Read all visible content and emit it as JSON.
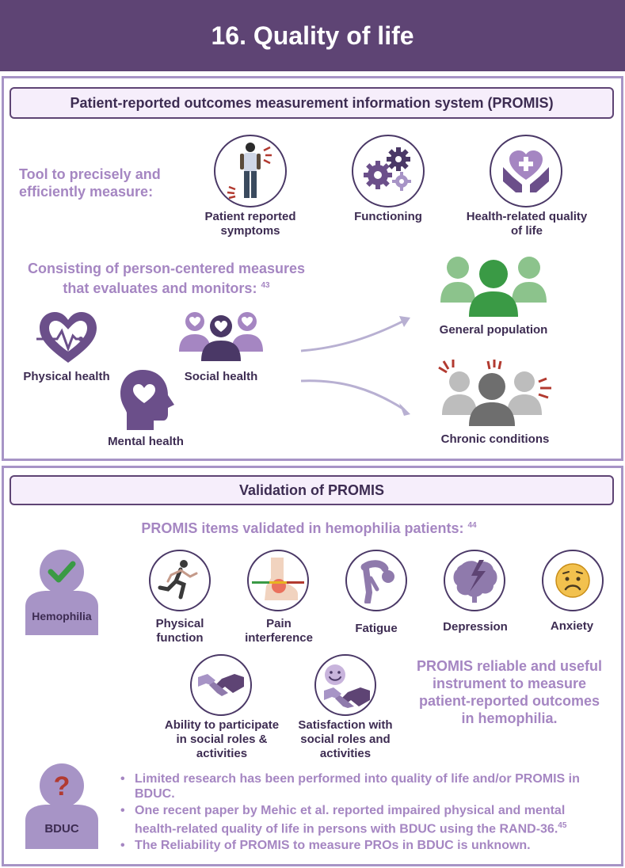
{
  "header": {
    "title": "16. Quality of life"
  },
  "section1": {
    "title": "Patient-reported outcomes measurement information system (PROMIS)",
    "tool_text_line1": "Tool to precisely and",
    "tool_text_line2": "efficiently measure:",
    "measures": [
      {
        "line1": "Patient reported",
        "line2": "symptoms",
        "icon": "person-icon"
      },
      {
        "line1": "Functioning",
        "line2": "",
        "icon": "gears-icon"
      },
      {
        "line1": "Health-related quality",
        "line2": "of life",
        "icon": "hands-heart-icon"
      }
    ],
    "consisting_line1": "Consisting of person-centered measures",
    "consisting_line2": "that evaluates and monitors:",
    "consisting_ref": "43",
    "domains": {
      "physical": "Physical health",
      "social": "Social health",
      "mental": "Mental health"
    },
    "populations": {
      "general": "General population",
      "chronic": "Chronic conditions"
    }
  },
  "section2": {
    "title": "Validation of PROMIS",
    "validated_text": "PROMIS items validated in hemophilia patients:",
    "validated_ref": "44",
    "hemophilia_label": "Hemophilia",
    "items": [
      {
        "line1": "Physical",
        "line2": "function",
        "icon": "runner-icon"
      },
      {
        "line1": "Pain",
        "line2": "interference",
        "icon": "ankle-pain-icon"
      },
      {
        "line1": "Fatigue",
        "line2": "",
        "icon": "fatigue-icon"
      },
      {
        "line1": "Depression",
        "line2": "",
        "icon": "brain-icon"
      },
      {
        "line1": "Anxiety",
        "line2": "",
        "icon": "worried-face-icon"
      }
    ],
    "social_items": [
      {
        "line1": "Ability to participate",
        "line2": "in social roles &",
        "line3": "activities",
        "icon": "handshake-icon"
      },
      {
        "line1": "Satisfaction with",
        "line2": "social roles and",
        "line3": "activities",
        "icon": "happy-handshake-icon"
      }
    ],
    "reliable_lines": [
      "PROMIS reliable and useful",
      "instrument to measure",
      "patient-reported outcomes",
      "in hemophilia."
    ],
    "bduc_label": "BDUC",
    "bullets": [
      {
        "text": "Limited research has been performed into quality of life and/or PROMIS in BDUC.",
        "ref": ""
      },
      {
        "text": "One recent paper by Mehic et al. reported impaired physical and mental health-related quality of life in persons with BDUC using the RAND-36.",
        "ref": "45"
      },
      {
        "text": "The Reliability of PROMIS to measure PROs in BDUC is unknown.",
        "ref": ""
      }
    ]
  },
  "colors": {
    "header": "#5e4474",
    "border": "#a794c6",
    "lavender_text": "#a586c2",
    "dark_text": "#3d2c52",
    "green": "#3a9a45",
    "gray": "#8a8a8a"
  }
}
